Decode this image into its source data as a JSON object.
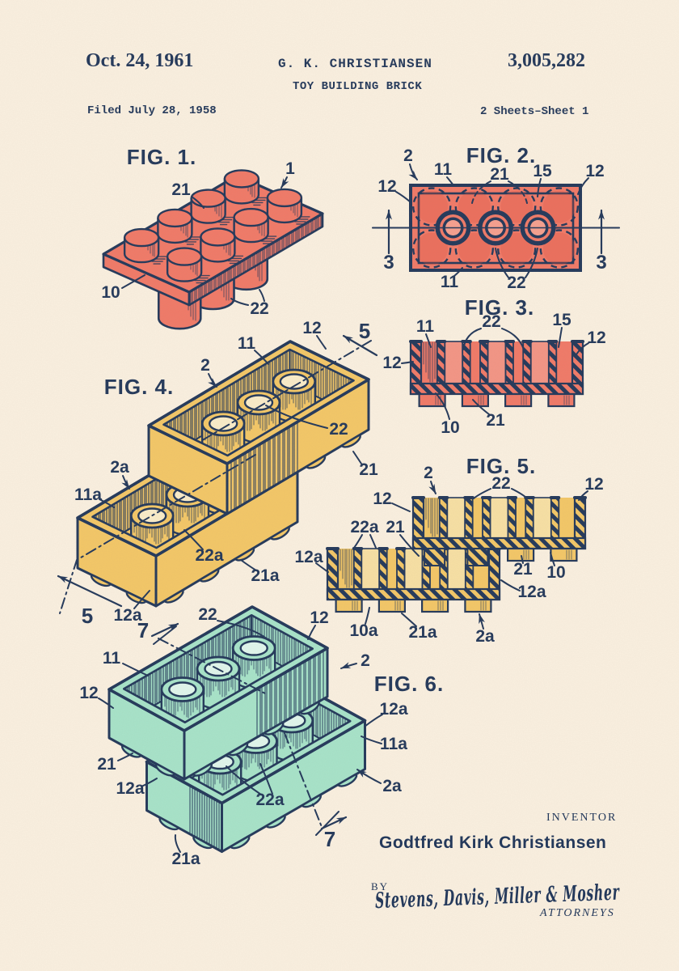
{
  "header": {
    "date": "Oct. 24, 1961",
    "inventor_short": "G. K. CHRISTIANSEN",
    "title": "TOY BUILDING BRICK",
    "patent_number": "3,005,282",
    "filed": "Filed July 28, 1958",
    "sheet": "2 Sheets–Sheet 1"
  },
  "figures": [
    {
      "id": "fig1",
      "label": "FIG. 1.",
      "annotations": [
        "1",
        "21",
        "10",
        "22"
      ]
    },
    {
      "id": "fig2",
      "label": "FIG. 2.",
      "annotations": [
        "2",
        "11",
        "21",
        "15",
        "12",
        "12",
        "11",
        "22",
        "3",
        "3"
      ]
    },
    {
      "id": "fig3",
      "label": "FIG. 3.",
      "annotations": [
        "11",
        "22",
        "15",
        "12",
        "12",
        "10",
        "21"
      ]
    },
    {
      "id": "fig4",
      "label": "FIG. 4.",
      "annotations": [
        "2",
        "11",
        "12",
        "5",
        "22",
        "21",
        "2a",
        "11a",
        "22a",
        "21a",
        "12a",
        "5"
      ]
    },
    {
      "id": "fig5",
      "label": "FIG. 5.",
      "annotations": [
        "2",
        "22",
        "12",
        "12",
        "22a",
        "21",
        "21",
        "10",
        "12a",
        "12a",
        "10a",
        "21a",
        "2a"
      ]
    },
    {
      "id": "fig6",
      "label": "FIG. 6.",
      "annotations": [
        "22",
        "12",
        "11",
        "2",
        "12",
        "12a",
        "11a",
        "2a",
        "21",
        "12a",
        "22a",
        "21a",
        "7",
        "7"
      ]
    }
  ],
  "footer": {
    "inventor_caption": "INVENTOR",
    "inventor_name": "Godtfred Kirk Christiansen",
    "by": "BY",
    "signature": "Stevens, Davis, Miller & Mosher",
    "attorneys": "ATTORNEYS"
  },
  "colors": {
    "background": "#FAF0E0",
    "ink": "#24395B",
    "brick_red": "#F07A68",
    "brick_yellow": "#F3C767",
    "brick_teal": "#A7E3C9"
  }
}
